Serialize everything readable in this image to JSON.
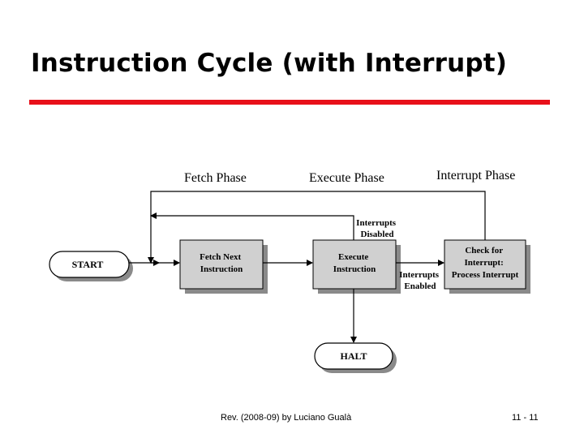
{
  "slide": {
    "title": "Instruction Cycle (with Interrupt)",
    "accent_color": "#e8101a"
  },
  "phases": {
    "fetch": "Fetch Phase",
    "execute": "Execute Phase",
    "interrupt": "Interrupt Phase"
  },
  "diagram": {
    "start": "START",
    "fetch_box": [
      "Fetch Next",
      "Instruction"
    ],
    "execute_box": [
      "Execute",
      "Instruction"
    ],
    "check_box": [
      "Check for",
      "Interrupt:",
      "Process Interrupt"
    ],
    "halt": "HALT",
    "interrupts_disabled": [
      "Interrupts",
      "Disabled"
    ],
    "interrupts_enabled": [
      "Interrupts",
      "Enabled"
    ]
  },
  "footer": {
    "credit": "Rev. (2008-09) by Luciano Gualà",
    "page": "11 -  11"
  }
}
